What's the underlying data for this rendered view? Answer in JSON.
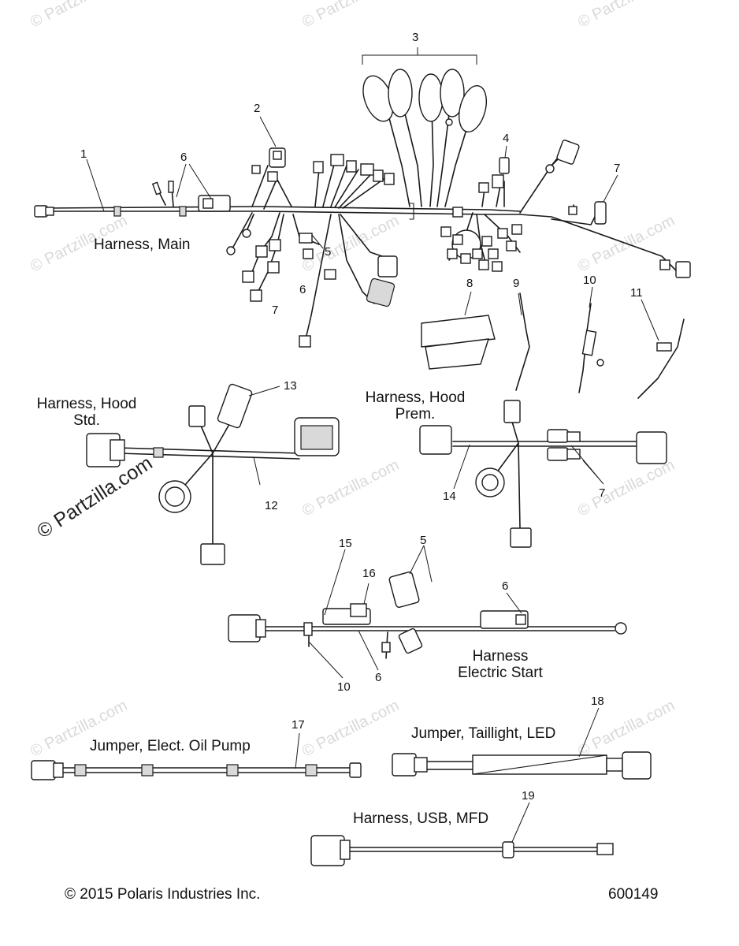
{
  "watermark": {
    "faint_text": "© Partzilla.com",
    "strong_text": "© Partzilla.com",
    "faint_color": "#d9d9d9"
  },
  "assemblies": {
    "harness_main": "Harness, Main",
    "harness_hood_std_line1": "Harness, Hood",
    "harness_hood_std_line2": "Std.",
    "harness_hood_prem_line1": "Harness, Hood",
    "harness_hood_prem_line2": "Prem.",
    "harness_electric_start_line1": "Harness",
    "harness_electric_start_line2": "Electric Start",
    "jumper_oil_pump": "Jumper, Elect. Oil Pump",
    "jumper_taillight": "Jumper, Taillight, LED",
    "harness_usb": "Harness, USB, MFD"
  },
  "callouts": {
    "c1": "1",
    "c2": "2",
    "c3": "3",
    "c4": "4",
    "c5a": "5",
    "c5b": "5",
    "c6a": "6",
    "c6b": "6",
    "c6c": "6",
    "c6d": "6",
    "c7a": "7",
    "c7b": "7",
    "c7c": "7",
    "c8": "8",
    "c9": "9",
    "c10a": "10",
    "c10b": "10",
    "c11": "11",
    "c12": "12",
    "c13": "13",
    "c14": "14",
    "c15": "15",
    "c16": "16",
    "c17": "17",
    "c18": "18",
    "c19": "19"
  },
  "footer": {
    "copyright": "© 2015 Polaris Industries Inc.",
    "diagram_number": "600149"
  }
}
